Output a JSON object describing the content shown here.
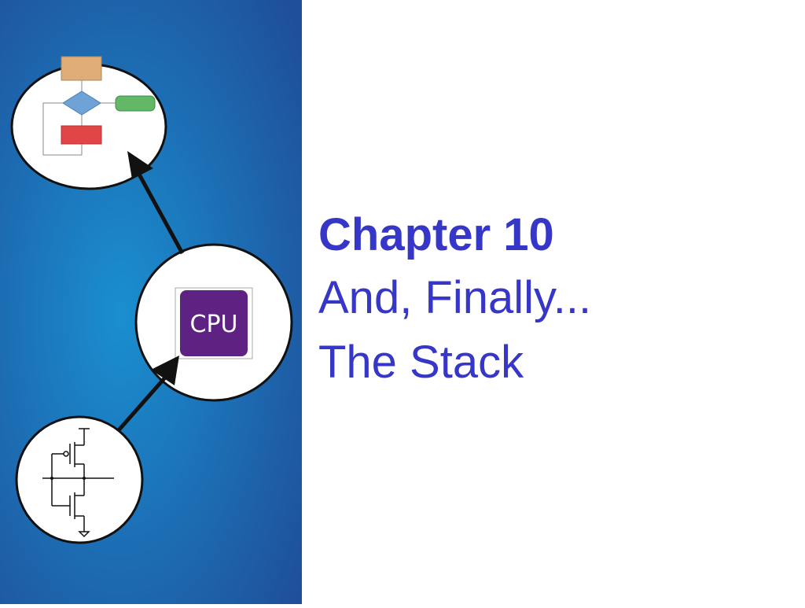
{
  "slide": {
    "title": "Chapter 10",
    "subtitle_line1": "And, Finally...",
    "subtitle_line2": "The Stack",
    "cpu_label": "CPU"
  },
  "colors": {
    "title": "#3636c8",
    "panel_center": "#1a8fd0",
    "panel_edge": "#1f4f9a",
    "cpu_chip": "#5e2282",
    "flow_start": "#e0ad78",
    "flow_decision": "#6fa3d8",
    "flow_end": "#62b867",
    "flow_process": "#e04646"
  }
}
